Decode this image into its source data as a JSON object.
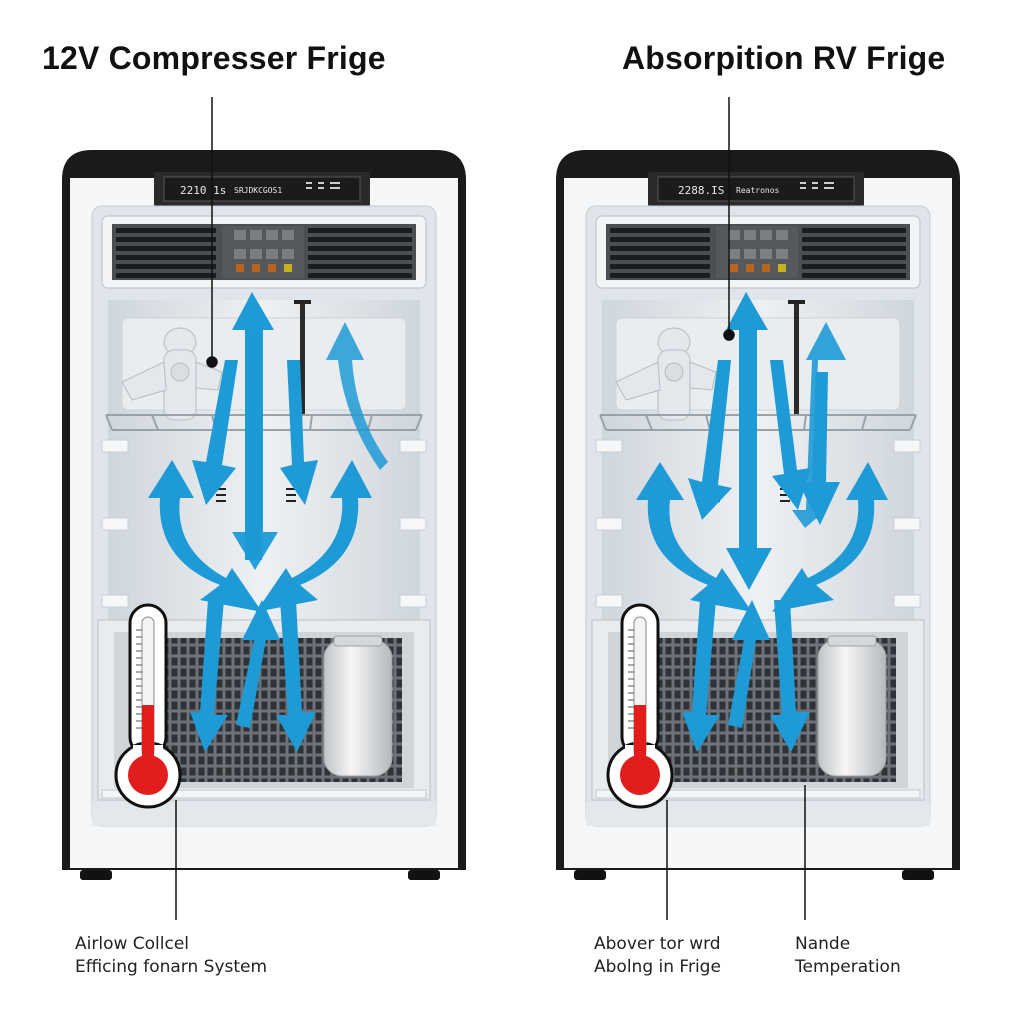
{
  "diagram": {
    "left": {
      "title": "12V Compresser Frige",
      "display": {
        "readout": "2210 1s",
        "label": "SRJDKCGOS1"
      },
      "callouts": [
        {
          "lines": [
            "Airlow Collcel",
            "Efficing fonarn System"
          ]
        }
      ]
    },
    "right": {
      "title": "Absorpition RV Frige",
      "display": {
        "readout": "2288.IS",
        "label": "Reatronos"
      },
      "callouts": [
        {
          "lines": [
            "Abover tor wrd",
            "Abolng in Frige"
          ]
        },
        {
          "lines": [
            "Nande",
            "Temperation"
          ]
        }
      ]
    },
    "colors": {
      "airflow_arrow": "#1e9ad6",
      "fridge_frame": "#1a1a1a",
      "fridge_interior": "#e6ebef",
      "thermometer_red": "#e21d1d",
      "display_bg": "#2a2a2a"
    }
  }
}
